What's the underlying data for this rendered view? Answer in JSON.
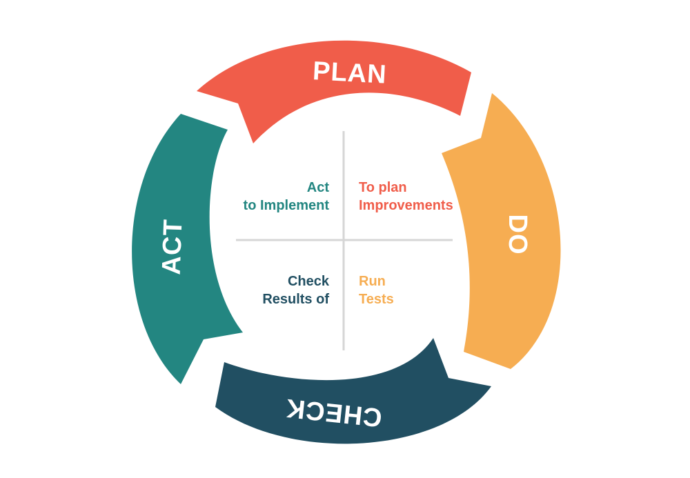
{
  "colors": {
    "plan": "#f05d4a",
    "do": "#f6ad52",
    "check": "#214f62",
    "act": "#238681",
    "divider": "#d6d6d6",
    "background": "#ffffff"
  },
  "segments": {
    "plan": "PLAN",
    "do": "DO",
    "check": "CHECK",
    "act": "ACT"
  },
  "quadrants": {
    "top_left": {
      "line1": "Act",
      "line2": "to Implement"
    },
    "top_right": {
      "line1": "To plan",
      "line2": "Improvements"
    },
    "bottom_left": {
      "line1": "Check",
      "line2": "Results of"
    },
    "bottom_right": {
      "line1": "Run",
      "line2": "Tests"
    }
  }
}
